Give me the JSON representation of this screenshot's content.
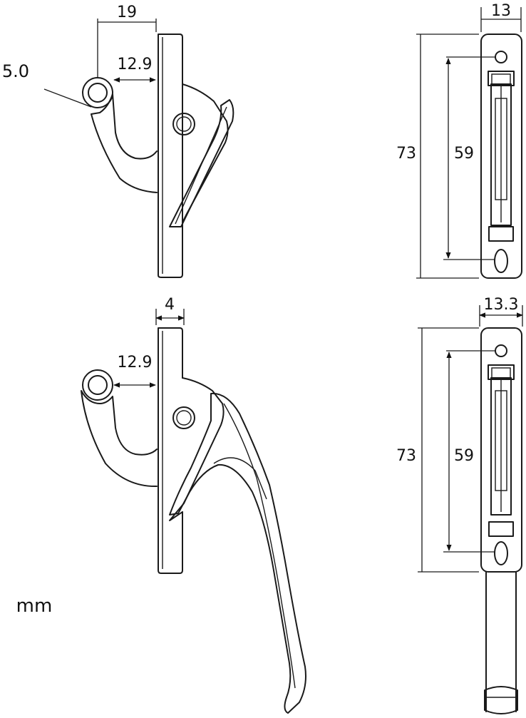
{
  "dimensions": {
    "top_left": {
      "overall_width": "19",
      "hole_diameter": "5.0",
      "hole_offset": "12.9"
    },
    "bottom_left": {
      "plate_thickness": "4",
      "hole_offset": "12.9"
    },
    "top_right": {
      "width": "13",
      "length": "73",
      "hole_spacing": "59"
    },
    "bottom_right": {
      "width": "13.3",
      "length": "73",
      "hole_spacing": "59"
    }
  },
  "units": "mm",
  "colors": {
    "line": "#1a1a1a",
    "background": "#ffffff"
  }
}
